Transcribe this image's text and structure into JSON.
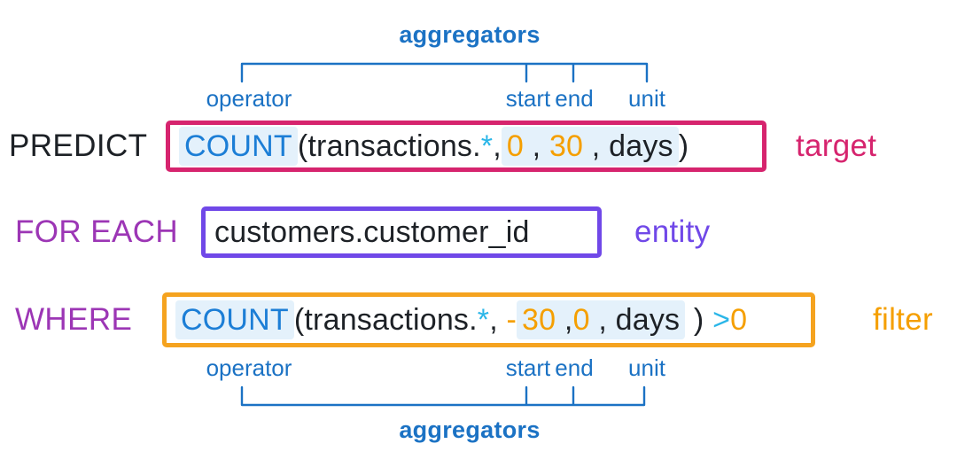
{
  "colors": {
    "text": "#1d2126",
    "blue": "#1c7ed6",
    "ann-blue": "#1b72c4",
    "cyan": "#2ab6e8",
    "orange": "#f59f00",
    "orange-border": "#f5a31f",
    "magenta": "#d6246e",
    "purple": "#9c36b5",
    "violet": "#7048e8",
    "highlight": "#e4f1fb"
  },
  "top_annotation": {
    "title": "aggregators",
    "operator": "operator",
    "start": "start",
    "end": "end",
    "unit": "unit"
  },
  "bottom_annotation": {
    "title": "aggregators",
    "operator": "operator",
    "start": "start",
    "end": "end",
    "unit": "unit"
  },
  "predict_row": {
    "keyword": "PREDICT",
    "label": "target",
    "tokens": {
      "operator": "COUNT",
      "paren_open": "(transactions.",
      "star": "*",
      "comma": ",",
      "start": "0",
      "sep1": " , ",
      "end": "30",
      "sep2": " , ",
      "unit": "days",
      "paren_close": ")"
    }
  },
  "entity_row": {
    "keyword": "FOR EACH",
    "label": "entity",
    "value": "customers.customer_id"
  },
  "filter_row": {
    "keyword": "WHERE",
    "label": "filter",
    "tokens": {
      "operator": "COUNT",
      "paren_open": "(transactions.",
      "star": "*",
      "comma": ", ",
      "minus": "-",
      "start": "30",
      "sep1": " ,",
      "mid": "0",
      "sep2": " , ",
      "unit": "days",
      "paren_close": " ) ",
      "gt": ">",
      "zero": "0"
    }
  }
}
